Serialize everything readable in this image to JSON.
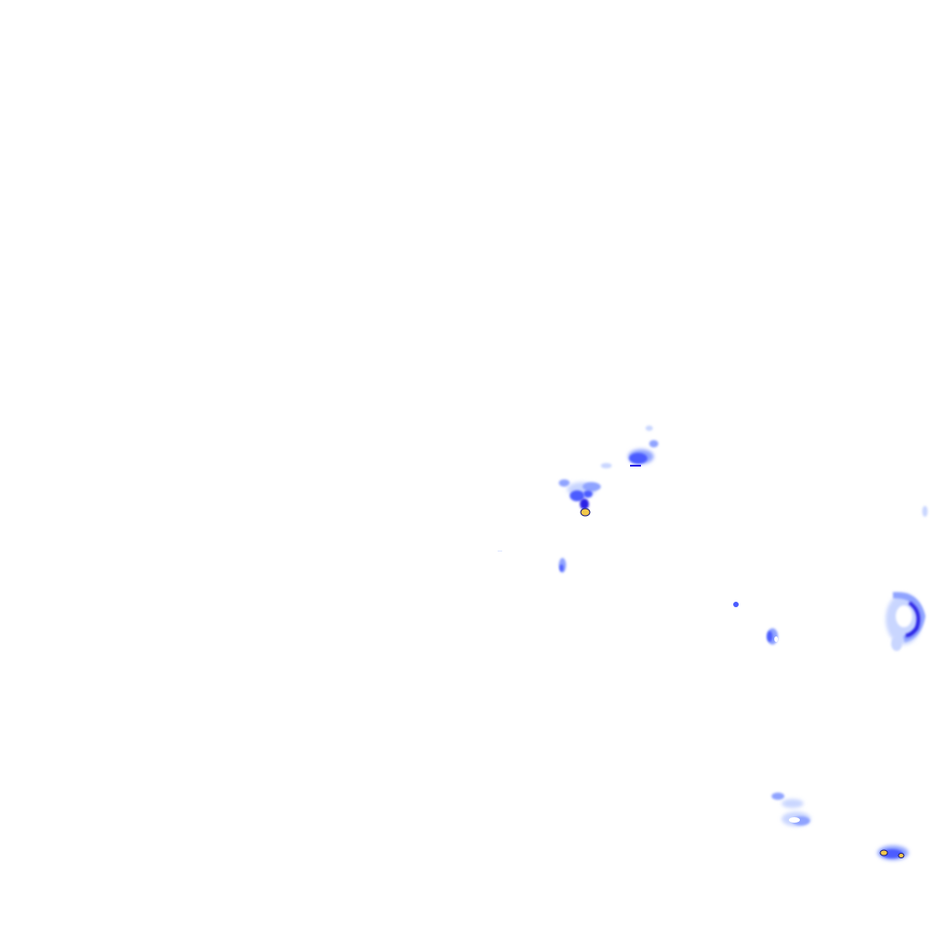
{
  "radar": {
    "background": "#ffffff",
    "palette": {
      "very_light": "#c9d6ff",
      "light": "#8fa3ff",
      "moderate": "#4b5cff",
      "heavy": "#2a22e6",
      "intense_core": "#f2c84b",
      "core_outline": "#1a1a7a"
    },
    "echo_cells": [
      {
        "name": "echo-cell-north",
        "intensity": "moderate"
      },
      {
        "name": "echo-cell-central",
        "intensity": "intense"
      },
      {
        "name": "echo-cell-small-west",
        "intensity": "light"
      },
      {
        "name": "echo-cell-speck",
        "intensity": "moderate"
      },
      {
        "name": "echo-cell-east-center",
        "intensity": "light"
      },
      {
        "name": "echo-cell-east-ring",
        "intensity": "moderate"
      },
      {
        "name": "echo-cell-southeast",
        "intensity": "light"
      },
      {
        "name": "echo-cell-far-southeast",
        "intensity": "intense"
      }
    ]
  }
}
